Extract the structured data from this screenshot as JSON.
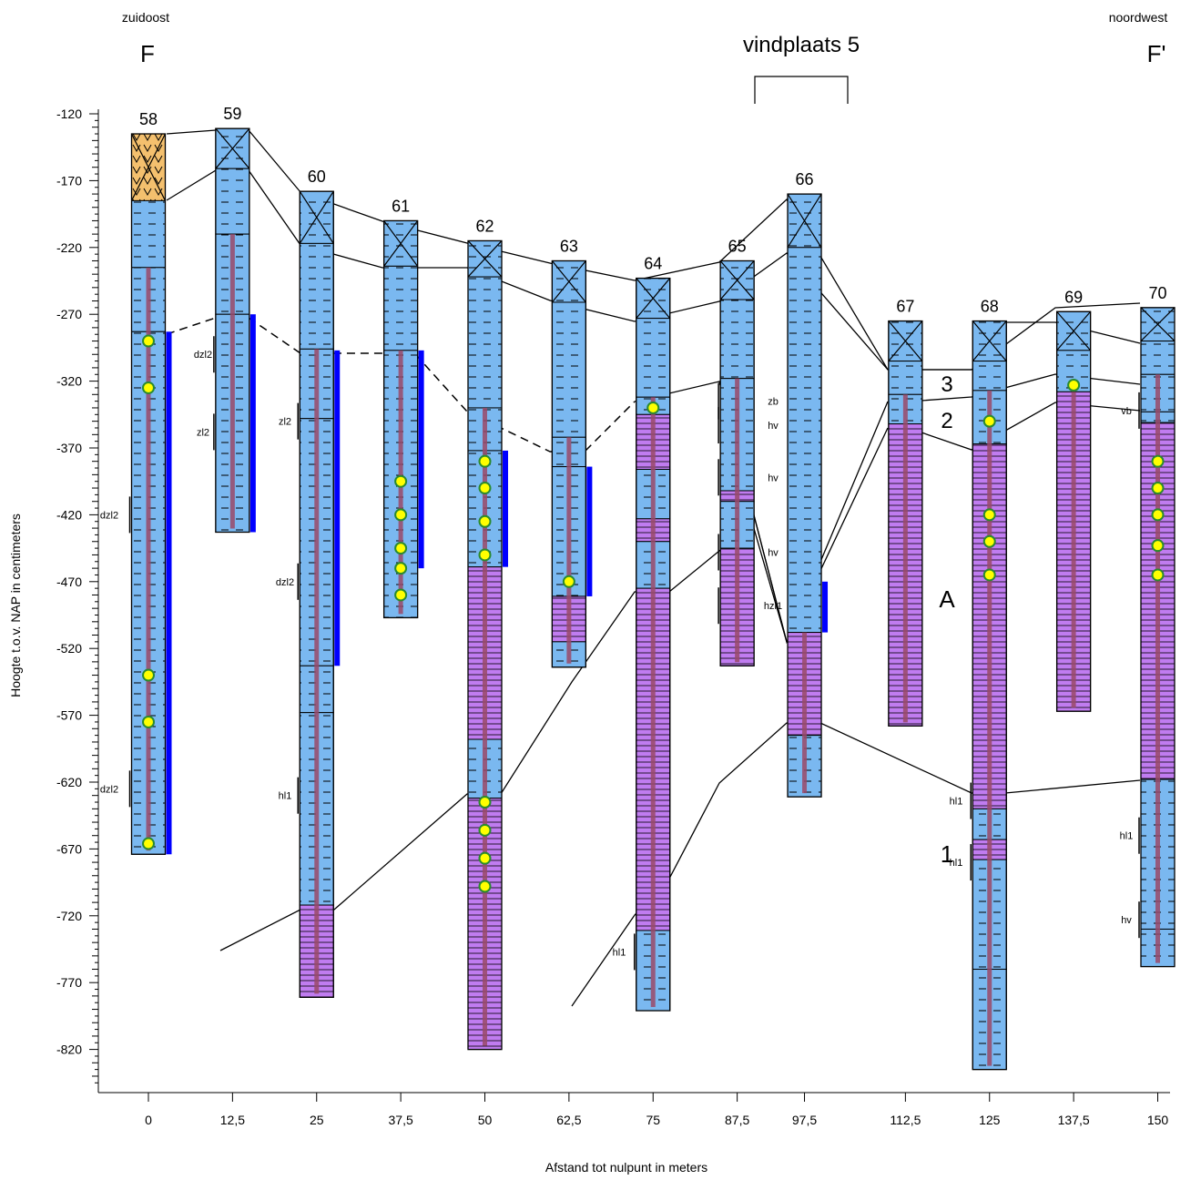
{
  "header": {
    "left_direction": "zuidoost",
    "left_label": "F",
    "right_direction": "noordwest",
    "right_label": "F'",
    "site_label": "vindplaats 5"
  },
  "axes": {
    "ylabel": "Hoogte t.o.v. NAP in centimeters",
    "xlabel": "Afstand tot nulpunt in meters",
    "y_ticks": [
      -120,
      -170,
      -220,
      -270,
      -320,
      -370,
      -420,
      -470,
      -520,
      -570,
      -620,
      -670,
      -720,
      -770,
      -820
    ],
    "x_ticks": [
      "0",
      "12,5",
      "25",
      "37,5",
      "50",
      "62,5",
      "75",
      "87,5",
      "97,5",
      "112,5",
      "125",
      "137,5",
      "150"
    ]
  },
  "layer_labels": [
    "3",
    "2",
    "A",
    "1"
  ],
  "colors": {
    "clay_blue": "#7ab8f0",
    "peat_purple": "#c07cf0",
    "sand_yellow": "#f4c06e",
    "bar_blue": "#0000ff",
    "root_brown": "#9a4a6a",
    "marker_yellow": "#ffff00",
    "marker_green": "#2a8a30"
  },
  "chart_data": {
    "type": "table",
    "y_unit": "cm NAP",
    "ylim": [
      -850,
      -100
    ],
    "boreholes": [
      {
        "id": "58",
        "x": 0,
        "top": -135,
        "bottom": -674,
        "layers": [
          [
            "sand",
            -135,
            -185
          ],
          [
            "clay",
            -185,
            -235
          ],
          [
            "clay",
            -235,
            -283
          ],
          [
            "clay",
            -283,
            -674
          ]
        ],
        "sublabels": [
          "dzl2",
          "dzl2"
        ]
      },
      {
        "id": "59",
        "x": 12.5,
        "top": -131,
        "bottom": -433,
        "layers": [
          [
            "clay",
            -131,
            -161
          ],
          [
            "clay",
            -161,
            -210
          ],
          [
            "clay",
            -210,
            -270
          ],
          [
            "clay",
            -270,
            -433
          ]
        ],
        "sublabels": [
          "dzl2",
          "zl2"
        ]
      },
      {
        "id": "60",
        "x": 25,
        "top": -178,
        "bottom": -781,
        "layers": [
          [
            "clay",
            -178,
            -217
          ],
          [
            "clay",
            -217,
            -296
          ],
          [
            "clay",
            -296,
            -348
          ],
          [
            "clay",
            -348,
            -533
          ],
          [
            "clay",
            -533,
            -568
          ],
          [
            "clay",
            -568,
            -712
          ],
          [
            "peat",
            -712,
            -781
          ]
        ],
        "sublabels": [
          "zl2",
          "dzl2",
          "hl1"
        ]
      },
      {
        "id": "61",
        "x": 37.5,
        "top": -200,
        "bottom": -497,
        "layers": [
          [
            "clay",
            -200,
            -234
          ],
          [
            "clay",
            -234,
            -297
          ],
          [
            "clay",
            -297,
            -497
          ]
        ],
        "sublabels": []
      },
      {
        "id": "62",
        "x": 50,
        "top": -215,
        "bottom": -820,
        "layers": [
          [
            "clay",
            -215,
            -242
          ],
          [
            "clay",
            -242,
            -340
          ],
          [
            "clay",
            -340,
            -372
          ],
          [
            "clay",
            -372,
            -459
          ],
          [
            "peat",
            -459,
            -588
          ],
          [
            "clay",
            -588,
            -632
          ],
          [
            "peat",
            -632,
            -820
          ]
        ],
        "sublabels": []
      },
      {
        "id": "63",
        "x": 62.5,
        "top": -230,
        "bottom": -534,
        "layers": [
          [
            "clay",
            -230,
            -261
          ],
          [
            "clay",
            -261,
            -362
          ],
          [
            "clay",
            -362,
            -384
          ],
          [
            "clay",
            -384,
            -481
          ],
          [
            "peat",
            -481,
            -515
          ],
          [
            "clay",
            -515,
            -534
          ]
        ],
        "sublabels": []
      },
      {
        "id": "64",
        "x": 75,
        "top": -243,
        "bottom": -791,
        "layers": [
          [
            "clay",
            -243,
            -273
          ],
          [
            "clay",
            -273,
            -332
          ],
          [
            "clay",
            -332,
            -345
          ],
          [
            "peat",
            -345,
            -386
          ],
          [
            "clay",
            -386,
            -423
          ],
          [
            "peat",
            -423,
            -440
          ],
          [
            "clay",
            -440,
            -475
          ],
          [
            "peat",
            -475,
            -731
          ],
          [
            "clay",
            -731,
            -791
          ]
        ],
        "sublabels": [
          "hl1"
        ]
      },
      {
        "id": "65",
        "x": 87.5,
        "top": -230,
        "bottom": -533,
        "layers": [
          [
            "clay",
            -230,
            -259
          ],
          [
            "clay",
            -259,
            -318
          ],
          [
            "clay",
            -318,
            -402
          ],
          [
            "peat",
            -402,
            -410
          ],
          [
            "clay",
            -410,
            -445
          ],
          [
            "peat",
            -445,
            -533
          ]
        ],
        "sublabels": [
          "zb",
          "hv",
          "hv",
          "hv",
          "hzl1"
        ]
      },
      {
        "id": "66",
        "x": 97.5,
        "top": -180,
        "bottom": -631,
        "layers": [
          [
            "clay",
            -180,
            -220
          ],
          [
            "clay",
            -220,
            -508
          ],
          [
            "peat",
            -508,
            -585
          ],
          [
            "clay",
            -585,
            -631
          ]
        ],
        "sublabels": []
      },
      {
        "id": "67",
        "x": 112.5,
        "top": -275,
        "bottom": -578,
        "layers": [
          [
            "clay",
            -275,
            -305
          ],
          [
            "clay",
            -305,
            -330
          ],
          [
            "clay",
            -330,
            -352
          ],
          [
            "peat",
            -352,
            -578
          ]
        ],
        "sublabels": []
      },
      {
        "id": "68",
        "x": 125,
        "top": -275,
        "bottom": -835,
        "layers": [
          [
            "clay",
            -275,
            -305
          ],
          [
            "clay",
            -305,
            -327
          ],
          [
            "clay",
            -327,
            -367
          ],
          [
            "peat",
            -367,
            -640
          ],
          [
            "clay",
            -640,
            -663
          ],
          [
            "peat",
            -663,
            -678
          ],
          [
            "clay",
            -678,
            -760
          ],
          [
            "clay",
            -760,
            -835
          ]
        ],
        "sublabels": [
          "hl1",
          "hl1"
        ]
      },
      {
        "id": "69",
        "x": 137.5,
        "top": -268,
        "bottom": -567,
        "layers": [
          [
            "clay",
            -268,
            -297
          ],
          [
            "clay",
            -297,
            -328
          ],
          [
            "peat",
            -328,
            -567
          ]
        ],
        "sublabels": []
      },
      {
        "id": "70",
        "x": 150,
        "top": -265,
        "bottom": -758,
        "layers": [
          [
            "clay",
            -265,
            -290
          ],
          [
            "clay",
            -290,
            -315
          ],
          [
            "clay",
            -315,
            -343
          ],
          [
            "clay",
            -343,
            -351
          ],
          [
            "peat",
            -351,
            -618
          ],
          [
            "clay",
            -618,
            -730
          ],
          [
            "clay",
            -730,
            -758
          ]
        ],
        "sublabels": [
          "vb",
          "hl1",
          "hv"
        ]
      }
    ]
  }
}
